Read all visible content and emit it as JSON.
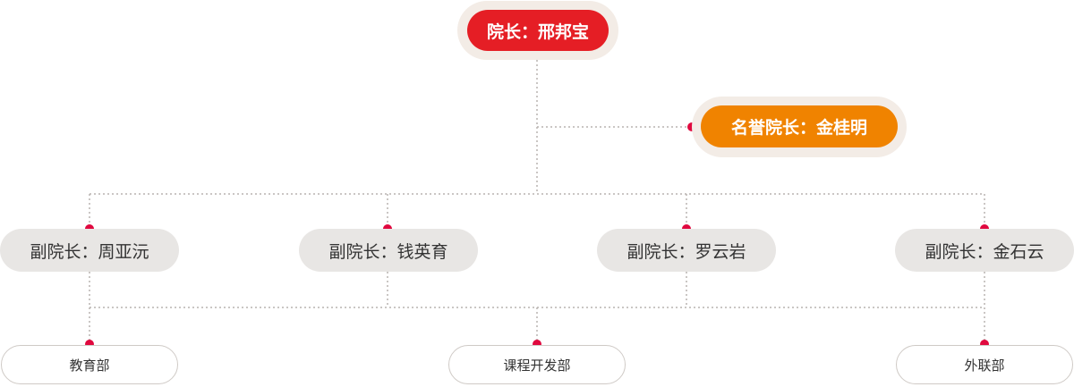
{
  "dean": {
    "label": "院长：邢邦宝",
    "color": "#e51e25"
  },
  "honorary_dean": {
    "label": "名誉院长：金桂明",
    "color": "#f08300"
  },
  "vice_deans": [
    {
      "label": "副院长：周亚沅"
    },
    {
      "label": "副院长：钱英育"
    },
    {
      "label": "副院长：罗云岩"
    },
    {
      "label": "副院长：金石云"
    }
  ],
  "departments": [
    {
      "label": "教育部"
    },
    {
      "label": "课程开发部"
    },
    {
      "label": "外联部"
    }
  ],
  "colors": {
    "node_dot": "#e0093f",
    "vice_bg": "#e8e6e4",
    "halo": "#f3ece6",
    "connector": "#b9b4b0"
  }
}
